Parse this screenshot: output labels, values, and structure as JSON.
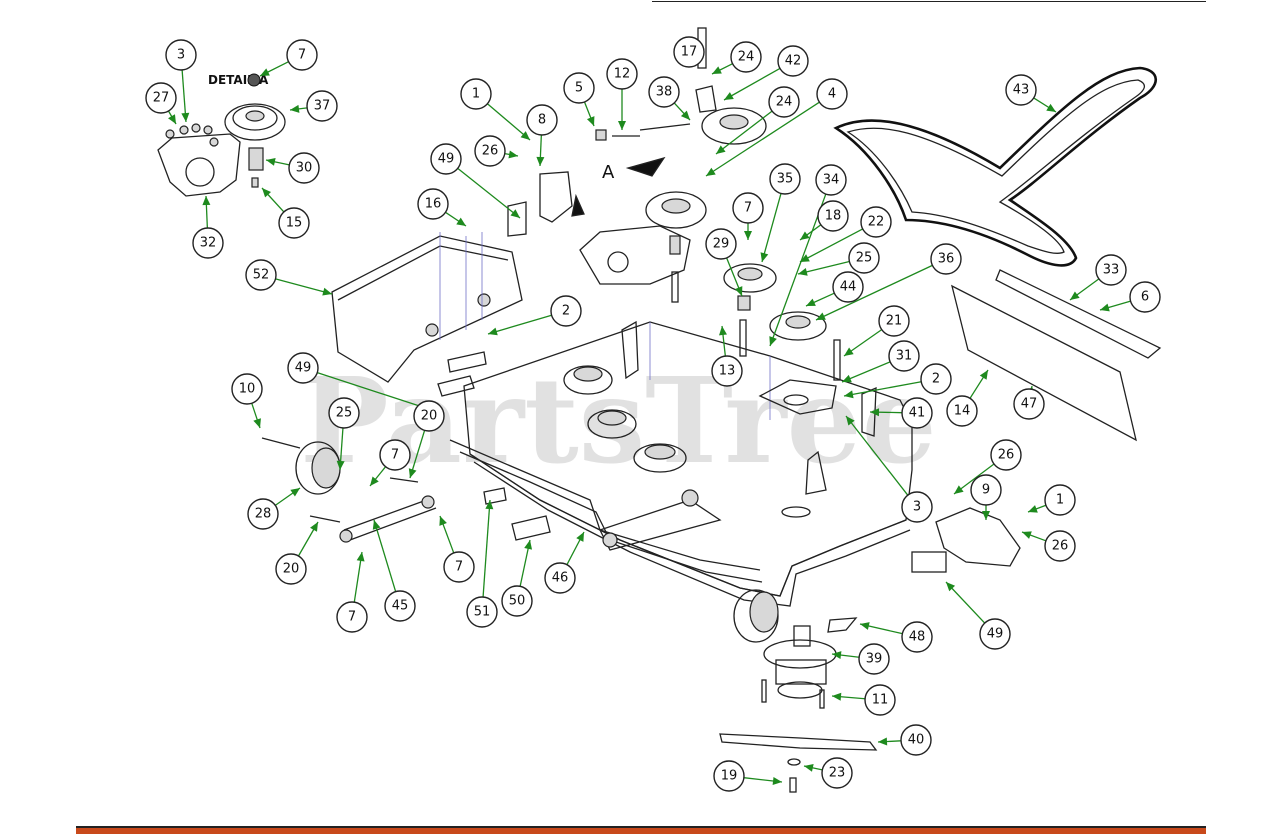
{
  "diagram": {
    "detail_label": "DETAIL A",
    "view_letter": "A",
    "watermark": "PartsTree",
    "colors": {
      "leader": "#1e8a1e",
      "bottom_bar": "#c8491b",
      "watermark": "#c9c9c9"
    },
    "callouts": [
      {
        "label": "3"
      },
      {
        "label": "7"
      },
      {
        "label": "27"
      },
      {
        "label": "37"
      },
      {
        "label": "30"
      },
      {
        "label": "15"
      },
      {
        "label": "32"
      },
      {
        "label": "1"
      },
      {
        "label": "26"
      },
      {
        "label": "8"
      },
      {
        "label": "49"
      },
      {
        "label": "5"
      },
      {
        "label": "12"
      },
      {
        "label": "38"
      },
      {
        "label": "17"
      },
      {
        "label": "24"
      },
      {
        "label": "42"
      },
      {
        "label": "24"
      },
      {
        "label": "4"
      },
      {
        "label": "43"
      },
      {
        "label": "16"
      },
      {
        "label": "52"
      },
      {
        "label": "35"
      },
      {
        "label": "34"
      },
      {
        "label": "7"
      },
      {
        "label": "18"
      },
      {
        "label": "22"
      },
      {
        "label": "29"
      },
      {
        "label": "25"
      },
      {
        "label": "36"
      },
      {
        "label": "44"
      },
      {
        "label": "33"
      },
      {
        "label": "6"
      },
      {
        "label": "2"
      },
      {
        "label": "21"
      },
      {
        "label": "13"
      },
      {
        "label": "31"
      },
      {
        "label": "2"
      },
      {
        "label": "41"
      },
      {
        "label": "49"
      },
      {
        "label": "10"
      },
      {
        "label": "25"
      },
      {
        "label": "20"
      },
      {
        "label": "7"
      },
      {
        "label": "28"
      },
      {
        "label": "14"
      },
      {
        "label": "47"
      },
      {
        "label": "3"
      },
      {
        "label": "26"
      },
      {
        "label": "9"
      },
      {
        "label": "1"
      },
      {
        "label": "26"
      },
      {
        "label": "20"
      },
      {
        "label": "7"
      },
      {
        "label": "45"
      },
      {
        "label": "7"
      },
      {
        "label": "51"
      },
      {
        "label": "50"
      },
      {
        "label": "46"
      },
      {
        "label": "48"
      },
      {
        "label": "49"
      },
      {
        "label": "39"
      },
      {
        "label": "11"
      },
      {
        "label": "40"
      },
      {
        "label": "19"
      },
      {
        "label": "23"
      }
    ]
  }
}
